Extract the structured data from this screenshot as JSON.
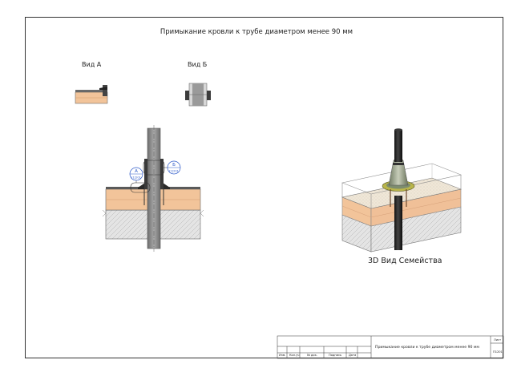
{
  "sheet": {
    "title": "Примыкание кровли к трубе диаметром менее 90 мм"
  },
  "views": {
    "view_a_label": "Вид А",
    "view_b_label": "Вид Б",
    "view_3d_caption": "3D Вид Семейства"
  },
  "callouts": {
    "a": {
      "letter": "А",
      "ref": "[1]201"
    },
    "b": {
      "letter": "Б",
      "ref": "[1]201"
    }
  },
  "title_block": {
    "cells": [
      "Изм.",
      "Кол.уч",
      "№ док.",
      "Подпись",
      "Дата"
    ],
    "name": "Примыкание кровли к трубе диаметром менее 90 мм",
    "sheet_label": "Лист",
    "sheet_number": "П1201"
  },
  "colors": {
    "insulation": "#f2c49a",
    "concrete": "#e2e2e2",
    "pipe": "#8a8a8a",
    "callout": "#2b58c8"
  }
}
